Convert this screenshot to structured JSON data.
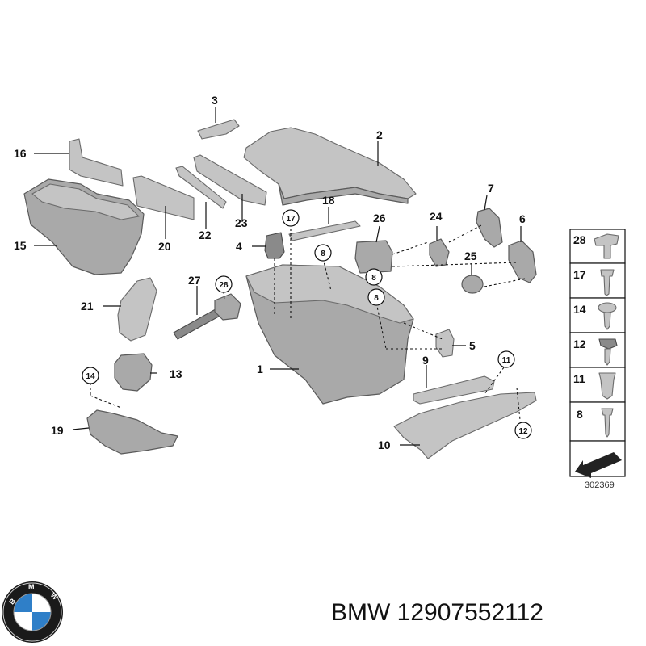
{
  "callouts": {
    "c1": "1",
    "c2": "2",
    "c3": "3",
    "c4": "4",
    "c5": "5",
    "c6": "6",
    "c7": "7",
    "c9": "9",
    "c10": "10",
    "c13": "13",
    "c15": "15",
    "c16": "16",
    "c18": "18",
    "c19": "19",
    "c20": "20",
    "c21": "21",
    "c22": "22",
    "c23": "23",
    "c24": "24",
    "c25": "25",
    "c26": "26",
    "c27": "27"
  },
  "circled": {
    "c17": "17",
    "c28": "28",
    "c8a": "8",
    "c8b": "8",
    "c8c": "8",
    "c14": "14",
    "c11": "11",
    "c12": "12"
  },
  "legend": {
    "items": [
      "28",
      "17",
      "14",
      "12",
      "11",
      "8"
    ]
  },
  "reference_number": "302369",
  "caption": {
    "brand": "BMW",
    "part_number": "12907552112"
  },
  "colors": {
    "part_fill": "#a9a9a9",
    "line": "#111111",
    "logo_blue": "#2f7fc8"
  }
}
